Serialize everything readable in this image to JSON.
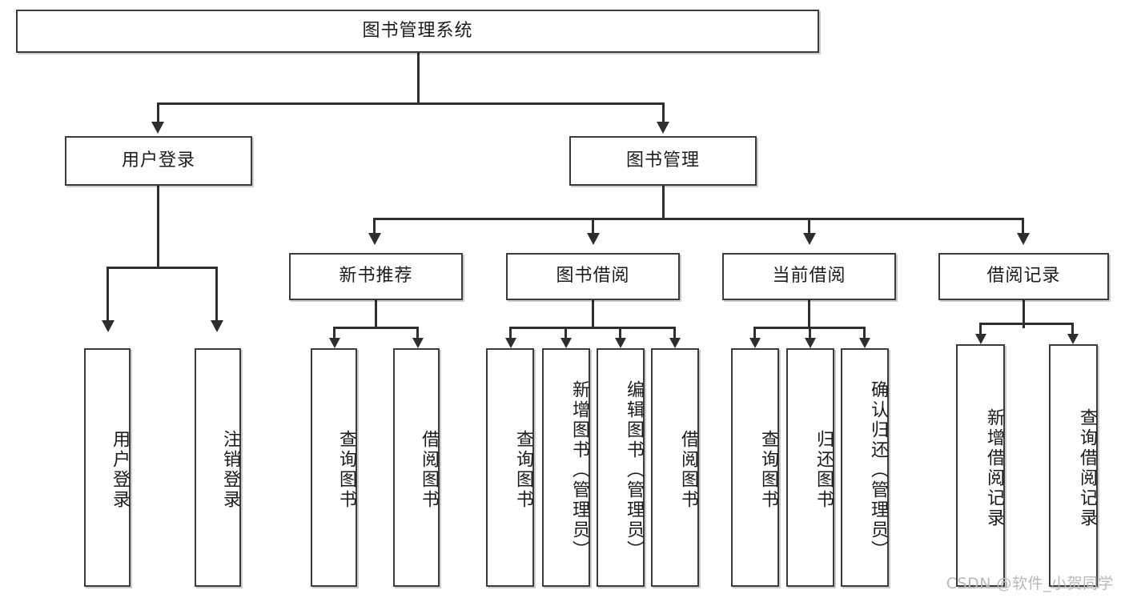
{
  "diagram": {
    "title": "图书管理系统",
    "type": "tree",
    "orientation": "top-down",
    "colors": {
      "box_border": "#3b3b3b",
      "box_fill": "#ffffff",
      "connector": "#2e2e2e",
      "text": "#1b1b1b",
      "watermark": "#b9b9b9",
      "background": "#ffffff"
    }
  },
  "root": {
    "label": "图书管理系统"
  },
  "level2": [
    {
      "id": "user-login",
      "label": "用户登录"
    },
    {
      "id": "book-manage",
      "label": "图书管理"
    }
  ],
  "level3": [
    {
      "id": "new-book-recommend",
      "label": "新书推荐"
    },
    {
      "id": "book-borrow",
      "label": "图书借阅"
    },
    {
      "id": "current-borrow",
      "label": "当前借阅"
    },
    {
      "id": "borrow-record",
      "label": "借阅记录"
    }
  ],
  "leaves": {
    "user_login": [
      {
        "id": "leaf-user-login",
        "label": "用户登录"
      },
      {
        "id": "leaf-logout-login",
        "label": "注销登录"
      }
    ],
    "new_book_recommend": [
      {
        "id": "leaf-query-book-1",
        "label": "查询图书"
      },
      {
        "id": "leaf-borrow-book-1",
        "label": "借阅图书"
      }
    ],
    "book_borrow": [
      {
        "id": "leaf-query-book-2",
        "label": "查询图书"
      },
      {
        "id": "leaf-add-book",
        "label": "新增图书（管理员）"
      },
      {
        "id": "leaf-edit-book",
        "label": "编辑图书（管理员）"
      },
      {
        "id": "leaf-borrow-book-2",
        "label": "借阅图书"
      }
    ],
    "current_borrow": [
      {
        "id": "leaf-query-book-3",
        "label": "查询图书"
      },
      {
        "id": "leaf-return-book",
        "label": "归还图书"
      },
      {
        "id": "leaf-confirm-return",
        "label": "确认归还（管理员）"
      }
    ],
    "borrow_record": [
      {
        "id": "leaf-add-record",
        "label": "新增借阅记录"
      },
      {
        "id": "leaf-query-record",
        "label": "查询借阅记录"
      }
    ]
  },
  "watermark": {
    "text": "CSDN @软件_小贺同学"
  }
}
